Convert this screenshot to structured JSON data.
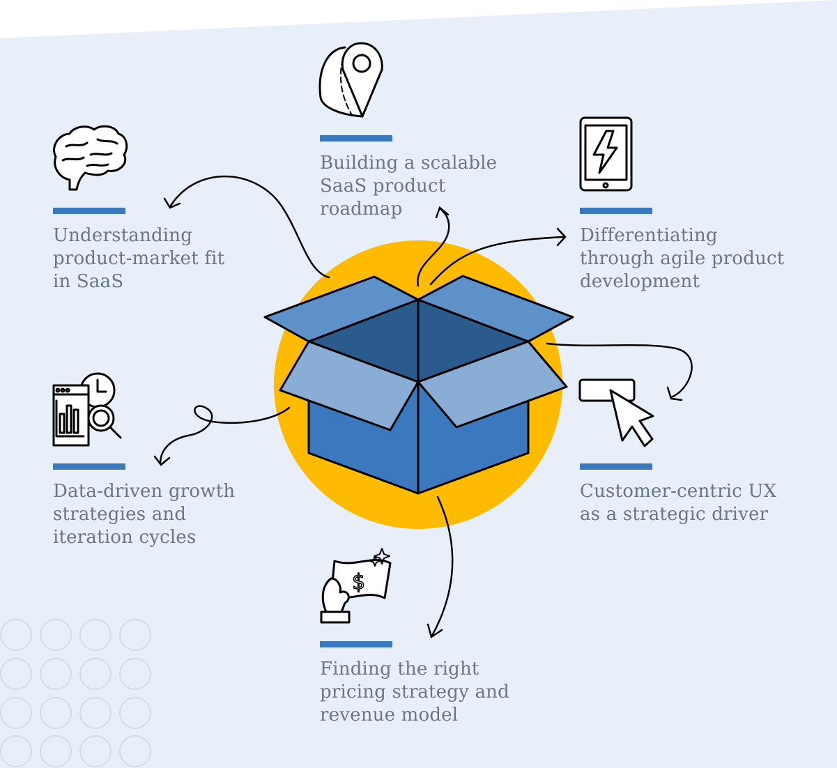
{
  "colors": {
    "background": "#e8eff8",
    "accent_bar": "#3b78bd",
    "circle": "#ffbb00",
    "box_front": "#3b78bd",
    "box_inside": "#2b5a8c",
    "box_flap_top": "#5e91c8",
    "box_flap_front": "#8aadd6",
    "text": "#6b7683"
  },
  "topics": [
    {
      "id": "roadmap",
      "icon": "map-pin-icon",
      "lines": [
        "Building a scalable",
        "SaaS product",
        "roadmap"
      ]
    },
    {
      "id": "fit",
      "icon": "brain-icon",
      "lines": [
        "Understanding",
        "product-market fit",
        "in SaaS"
      ]
    },
    {
      "id": "agile",
      "icon": "tablet-lightning-icon",
      "lines": [
        "Differentiating",
        "through agile product",
        "development"
      ]
    },
    {
      "id": "data",
      "icon": "analytics-search-icon",
      "lines": [
        "Data-driven growth",
        "strategies and",
        "iteration cycles"
      ]
    },
    {
      "id": "ux",
      "icon": "cursor-click-icon",
      "lines": [
        "Customer-centric UX",
        "as a strategic driver"
      ]
    },
    {
      "id": "pricing",
      "icon": "money-hand-icon",
      "lines": [
        "Finding the right",
        "pricing strategy and",
        "revenue model"
      ]
    }
  ]
}
